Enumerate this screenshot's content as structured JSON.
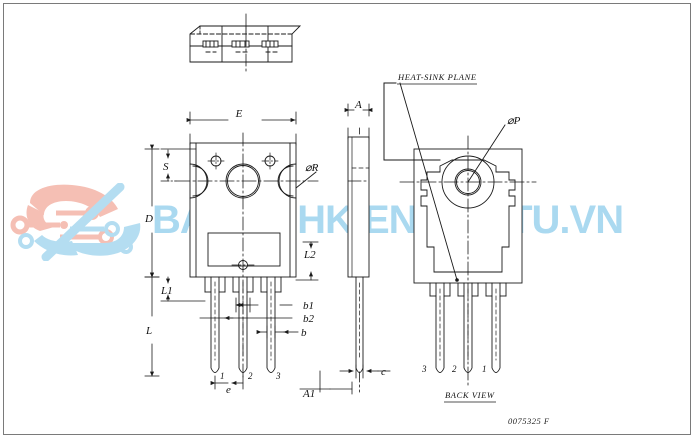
{
  "document": {
    "type": "mechanical-package-outline-drawing",
    "drawing_number": "0075325  F",
    "watermark": {
      "text": "BANLINHKIENDIENTU.VN",
      "logo_name": "circuit-board-swoosh-logo",
      "colors": {
        "text": "#9fd4ef",
        "logo_red": "#f2b0a4",
        "logo_blue": "#a8d8ef"
      }
    }
  },
  "views": {
    "top": {
      "name": "top-view",
      "caption": ""
    },
    "front": {
      "name": "front-view",
      "caption": ""
    },
    "side": {
      "name": "side-view",
      "caption": ""
    },
    "back": {
      "name": "back-view",
      "caption": "BACK  VIEW"
    }
  },
  "annotations": {
    "heat_sink_plane": "HEAT-SINK  PLANE",
    "hole_diameter_p": "⌀P",
    "radius_r": "⌀R"
  },
  "dimensions": {
    "A": "A",
    "A1": "A1",
    "b": "b",
    "b1": "b1",
    "b2": "b2",
    "c": "c",
    "D": "D",
    "E": "E",
    "e": "e",
    "L": "L",
    "L1": "L1",
    "L2": "L2",
    "S": "S"
  },
  "pins": {
    "front_view": [
      "1",
      "2",
      "3"
    ],
    "back_view": [
      "3",
      "2",
      "1"
    ]
  },
  "colors": {
    "line": "#1a1a1a",
    "frame": "#7a7a7a",
    "background": "#ffffff"
  }
}
